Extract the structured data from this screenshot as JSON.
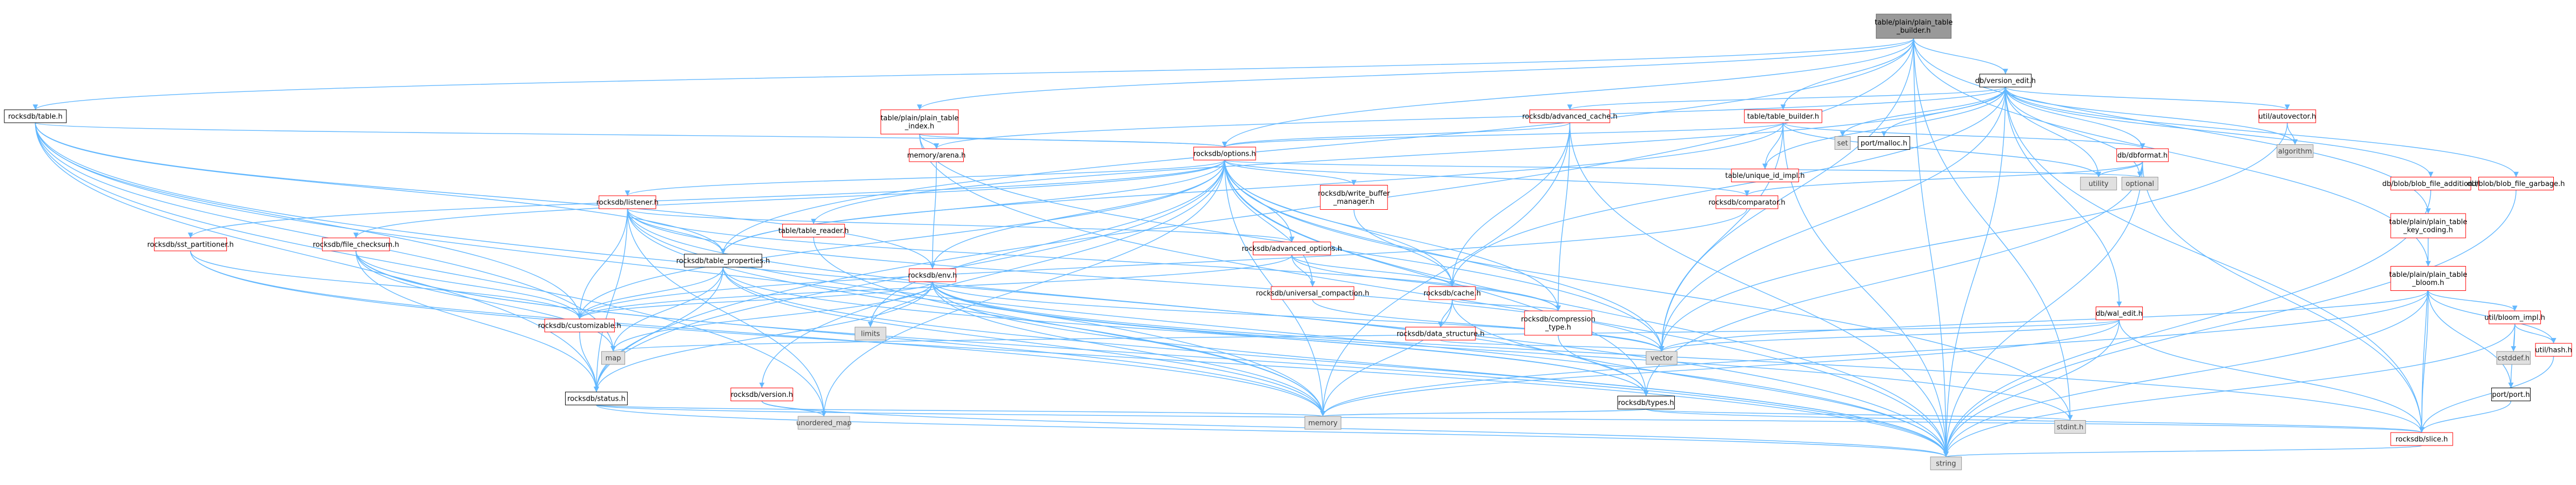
{
  "palette": {
    "edge": "#63B8FF",
    "root_fill": "#999999",
    "root_stroke": "#666666",
    "node_fill": "#ffffff",
    "node_red": "#ff0000",
    "node_black": "#000000",
    "ext_fill": "#e0e0e0",
    "ext_stroke": "#999999",
    "ext_text": "#404040"
  },
  "nodes": [
    {
      "id": "root",
      "label": "table/plain/plain_table_builder.h",
      "lines": [
        "table/plain/plain_table",
        "_builder.h"
      ],
      "kind": "root"
    },
    {
      "id": "version_edit",
      "label": "db/version_edit.h",
      "lines": [
        "db/version_edit.h"
      ],
      "kind": "black"
    },
    {
      "id": "table_h",
      "label": "rocksdb/table.h",
      "lines": [
        "rocksdb/table.h"
      ],
      "kind": "black"
    },
    {
      "id": "pt_index",
      "label": "table/plain/plain_table_index.h",
      "lines": [
        "table/plain/plain_table",
        "_index.h"
      ],
      "kind": "red"
    },
    {
      "id": "adv_cache",
      "label": "rocksdb/advanced_cache.h",
      "lines": [
        "rocksdb/advanced_cache.h"
      ],
      "kind": "red"
    },
    {
      "id": "table_builder",
      "label": "table/table_builder.h",
      "lines": [
        "table/table_builder.h"
      ],
      "kind": "red"
    },
    {
      "id": "set",
      "label": "set",
      "lines": [
        "set"
      ],
      "kind": "ext"
    },
    {
      "id": "port_malloc",
      "label": "port/malloc.h",
      "lines": [
        "port/malloc.h"
      ],
      "kind": "black"
    },
    {
      "id": "autovector",
      "label": "util/autovector.h",
      "lines": [
        "util/autovector.h"
      ],
      "kind": "red"
    },
    {
      "id": "algorithm",
      "label": "algorithm",
      "lines": [
        "algorithm"
      ],
      "kind": "ext"
    },
    {
      "id": "memory_arena",
      "label": "memory/arena.h",
      "lines": [
        "memory/arena.h"
      ],
      "kind": "red"
    },
    {
      "id": "options",
      "label": "rocksdb/options.h",
      "lines": [
        "rocksdb/options.h"
      ],
      "kind": "red"
    },
    {
      "id": "unique_id_impl",
      "label": "table/unique_id_impl.h",
      "lines": [
        "table/unique_id_impl.h"
      ],
      "kind": "red"
    },
    {
      "id": "dbformat",
      "label": "db/dbformat.h",
      "lines": [
        "db/dbformat.h"
      ],
      "kind": "red"
    },
    {
      "id": "utility",
      "label": "utility",
      "lines": [
        "utility"
      ],
      "kind": "ext"
    },
    {
      "id": "optional",
      "label": "optional",
      "lines": [
        "optional"
      ],
      "kind": "ext"
    },
    {
      "id": "blob_addition",
      "label": "db/blob/blob_file_addition.h",
      "lines": [
        "db/blob/blob_file_addition.h"
      ],
      "kind": "red"
    },
    {
      "id": "blob_garbage",
      "label": "db/blob/blob_file_garbage.h",
      "lines": [
        "db/blob/blob_file_garbage.h"
      ],
      "kind": "red"
    },
    {
      "id": "listener",
      "label": "rocksdb/listener.h",
      "lines": [
        "rocksdb/listener.h"
      ],
      "kind": "red"
    },
    {
      "id": "wbm",
      "label": "rocksdb/write_buffer_manager.h",
      "lines": [
        "rocksdb/write_buffer",
        "_manager.h"
      ],
      "kind": "red"
    },
    {
      "id": "comparator",
      "label": "rocksdb/comparator.h",
      "lines": [
        "rocksdb/comparator.h"
      ],
      "kind": "red"
    },
    {
      "id": "pt_key_coding",
      "label": "table/plain/plain_table_key_coding.h",
      "lines": [
        "table/plain/plain_table",
        "_key_coding.h"
      ],
      "kind": "red"
    },
    {
      "id": "pt_bloom",
      "label": "table/plain/plain_table_bloom.h",
      "lines": [
        "table/plain/plain_table",
        "_bloom.h"
      ],
      "kind": "red"
    },
    {
      "id": "table_reader",
      "label": "table/table_reader.h",
      "lines": [
        "table/table_reader.h"
      ],
      "kind": "red"
    },
    {
      "id": "adv_options",
      "label": "rocksdb/advanced_options.h",
      "lines": [
        "rocksdb/advanced_options.h"
      ],
      "kind": "red"
    },
    {
      "id": "sst_partitioner",
      "label": "rocksdb/sst_partitioner.h",
      "lines": [
        "rocksdb/sst_partitioner.h"
      ],
      "kind": "red"
    },
    {
      "id": "file_checksum",
      "label": "rocksdb/file_checksum.h",
      "lines": [
        "rocksdb/file_checksum.h"
      ],
      "kind": "red"
    },
    {
      "id": "table_props",
      "label": "rocksdb/table_properties.h",
      "lines": [
        "rocksdb/table_properties.h"
      ],
      "kind": "black"
    },
    {
      "id": "env",
      "label": "rocksdb/env.h",
      "lines": [
        "rocksdb/env.h"
      ],
      "kind": "red"
    },
    {
      "id": "universal",
      "label": "rocksdb/universal_compaction.h",
      "lines": [
        "rocksdb/universal_compaction.h"
      ],
      "kind": "red"
    },
    {
      "id": "cache",
      "label": "rocksdb/cache.h",
      "lines": [
        "rocksdb/cache.h"
      ],
      "kind": "red"
    },
    {
      "id": "bloom_impl",
      "label": "util/bloom_impl.h",
      "lines": [
        "util/bloom_impl.h"
      ],
      "kind": "red"
    },
    {
      "id": "customizable",
      "label": "rocksdb/customizable.h",
      "lines": [
        "rocksdb/customizable.h"
      ],
      "kind": "red"
    },
    {
      "id": "limits",
      "label": "limits",
      "lines": [
        "limits"
      ],
      "kind": "ext"
    },
    {
      "id": "data_structure",
      "label": "rocksdb/data_structure.h",
      "lines": [
        "rocksdb/data_structure.h"
      ],
      "kind": "red"
    },
    {
      "id": "compression_type",
      "label": "rocksdb/compression_type.h",
      "lines": [
        "rocksdb/compression",
        "_type.h"
      ],
      "kind": "red"
    },
    {
      "id": "wal_edit",
      "label": "db/wal_edit.h",
      "lines": [
        "db/wal_edit.h"
      ],
      "kind": "red"
    },
    {
      "id": "util_hash",
      "label": "util/hash.h",
      "lines": [
        "util/hash.h"
      ],
      "kind": "red"
    },
    {
      "id": "cstddef",
      "label": "cstddef.h",
      "lines": [
        "cstddef.h"
      ],
      "kind": "ext"
    },
    {
      "id": "map",
      "label": "map",
      "lines": [
        "map"
      ],
      "kind": "ext"
    },
    {
      "id": "vector",
      "label": "vector",
      "lines": [
        "vector"
      ],
      "kind": "ext"
    },
    {
      "id": "status",
      "label": "rocksdb/status.h",
      "lines": [
        "rocksdb/status.h"
      ],
      "kind": "black"
    },
    {
      "id": "version",
      "label": "rocksdb/version.h",
      "lines": [
        "rocksdb/version.h"
      ],
      "kind": "red"
    },
    {
      "id": "types",
      "label": "rocksdb/types.h",
      "lines": [
        "rocksdb/types.h"
      ],
      "kind": "black"
    },
    {
      "id": "port_h",
      "label": "port/port.h",
      "lines": [
        "port/port.h"
      ],
      "kind": "black"
    },
    {
      "id": "unordered_map",
      "label": "unordered_map",
      "lines": [
        "unordered_map"
      ],
      "kind": "ext"
    },
    {
      "id": "memory",
      "label": "memory",
      "lines": [
        "memory"
      ],
      "kind": "ext"
    },
    {
      "id": "stdint",
      "label": "stdint.h",
      "lines": [
        "stdint.h"
      ],
      "kind": "ext"
    },
    {
      "id": "slice",
      "label": "rocksdb/slice.h",
      "lines": [
        "rocksdb/slice.h"
      ],
      "kind": "red"
    },
    {
      "id": "string",
      "label": "string",
      "lines": [
        "string"
      ],
      "kind": "ext"
    }
  ],
  "edges": [
    [
      "root",
      "version_edit"
    ],
    [
      "root",
      "table_h"
    ],
    [
      "root",
      "pt_index"
    ],
    [
      "root",
      "table_builder"
    ],
    [
      "root",
      "options"
    ],
    [
      "root",
      "pt_key_coding"
    ],
    [
      "root",
      "pt_bloom"
    ],
    [
      "root",
      "table_props"
    ],
    [
      "root",
      "status"
    ],
    [
      "root",
      "string"
    ],
    [
      "root",
      "vector"
    ],
    [
      "root",
      "stdint"
    ],
    [
      "version_edit",
      "adv_cache"
    ],
    [
      "version_edit",
      "set"
    ],
    [
      "version_edit",
      "port_malloc"
    ],
    [
      "version_edit",
      "autovector"
    ],
    [
      "version_edit",
      "algorithm"
    ],
    [
      "version_edit",
      "memory_arena"
    ],
    [
      "version_edit",
      "unique_id_impl"
    ],
    [
      "version_edit",
      "dbformat"
    ],
    [
      "version_edit",
      "utility"
    ],
    [
      "version_edit",
      "optional"
    ],
    [
      "version_edit",
      "blob_addition"
    ],
    [
      "version_edit",
      "blob_garbage"
    ],
    [
      "version_edit",
      "wal_edit"
    ],
    [
      "version_edit",
      "cache"
    ],
    [
      "version_edit",
      "vector"
    ],
    [
      "version_edit",
      "string"
    ],
    [
      "version_edit",
      "table_reader"
    ],
    [
      "version_edit",
      "slice"
    ],
    [
      "table_h",
      "options"
    ],
    [
      "table_h",
      "customizable"
    ],
    [
      "table_h",
      "env"
    ],
    [
      "table_h",
      "status"
    ],
    [
      "table_h",
      "string"
    ],
    [
      "table_h",
      "unordered_map"
    ],
    [
      "table_h",
      "map"
    ],
    [
      "table_h",
      "memory"
    ],
    [
      "table_h",
      "table_props"
    ],
    [
      "pt_index",
      "options"
    ],
    [
      "pt_index",
      "memory_arena"
    ],
    [
      "pt_index",
      "string"
    ],
    [
      "pt_index",
      "vector"
    ],
    [
      "adv_cache",
      "options"
    ],
    [
      "adv_cache",
      "memory"
    ],
    [
      "adv_cache",
      "cache"
    ],
    [
      "adv_cache",
      "compression_type"
    ],
    [
      "adv_cache",
      "string"
    ],
    [
      "table_builder",
      "options"
    ],
    [
      "table_builder",
      "unique_id_impl"
    ],
    [
      "table_builder",
      "dbformat"
    ],
    [
      "table_builder",
      "utility"
    ],
    [
      "table_builder",
      "vector"
    ],
    [
      "table_builder",
      "string"
    ],
    [
      "table_builder",
      "table_props"
    ],
    [
      "autovector",
      "algorithm"
    ],
    [
      "autovector",
      "vector"
    ],
    [
      "memory_arena",
      "env"
    ],
    [
      "options",
      "listener"
    ],
    [
      "options",
      "wbm"
    ],
    [
      "options",
      "comparator"
    ],
    [
      "options",
      "adv_options"
    ],
    [
      "options",
      "sst_partitioner"
    ],
    [
      "options",
      "file_checksum"
    ],
    [
      "options",
      "table_props"
    ],
    [
      "options",
      "env"
    ],
    [
      "options",
      "universal"
    ],
    [
      "options",
      "cache"
    ],
    [
      "options",
      "customizable"
    ],
    [
      "options",
      "limits"
    ],
    [
      "options",
      "compression_type"
    ],
    [
      "options",
      "version"
    ],
    [
      "options",
      "types"
    ],
    [
      "options",
      "status"
    ],
    [
      "options",
      "memory"
    ],
    [
      "options",
      "unordered_map"
    ],
    [
      "options",
      "string"
    ],
    [
      "options",
      "vector"
    ],
    [
      "options",
      "stdint"
    ],
    [
      "options",
      "optional"
    ],
    [
      "dbformat",
      "comparator"
    ],
    [
      "dbformat",
      "types"
    ],
    [
      "dbformat",
      "slice"
    ],
    [
      "dbformat",
      "utility"
    ],
    [
      "dbformat",
      "optional"
    ],
    [
      "dbformat",
      "string"
    ],
    [
      "blob_addition",
      "string"
    ],
    [
      "blob_garbage",
      "string"
    ],
    [
      "listener",
      "adv_options"
    ],
    [
      "listener",
      "customizable"
    ],
    [
      "listener",
      "status"
    ],
    [
      "listener",
      "table_props"
    ],
    [
      "listener",
      "types"
    ],
    [
      "listener",
      "compression_type"
    ],
    [
      "listener",
      "memory"
    ],
    [
      "listener",
      "string"
    ],
    [
      "listener",
      "unordered_map"
    ],
    [
      "listener",
      "vector"
    ],
    [
      "wbm",
      "cache"
    ],
    [
      "comparator",
      "customizable"
    ],
    [
      "pt_key_coding",
      "slice"
    ],
    [
      "pt_bloom",
      "bloom_impl"
    ],
    [
      "pt_bloom",
      "util_hash"
    ],
    [
      "pt_bloom",
      "port_h"
    ],
    [
      "pt_bloom",
      "slice"
    ],
    [
      "pt_bloom",
      "memory"
    ],
    [
      "pt_bloom",
      "string"
    ],
    [
      "pt_bloom",
      "vector"
    ],
    [
      "table_reader",
      "memory"
    ],
    [
      "adv_options",
      "cache"
    ],
    [
      "adv_options",
      "compression_type"
    ],
    [
      "adv_options",
      "universal"
    ],
    [
      "adv_options",
      "customizable"
    ],
    [
      "sst_partitioner",
      "customizable"
    ],
    [
      "sst_partitioner",
      "string"
    ],
    [
      "sst_partitioner",
      "memory"
    ],
    [
      "file_checksum",
      "customizable"
    ],
    [
      "file_checksum",
      "status"
    ],
    [
      "file_checksum",
      "string"
    ],
    [
      "file_checksum",
      "memory"
    ],
    [
      "file_checksum",
      "map"
    ],
    [
      "table_props",
      "customizable"
    ],
    [
      "table_props",
      "status"
    ],
    [
      "table_props",
      "types"
    ],
    [
      "table_props",
      "map"
    ],
    [
      "table_props",
      "memory"
    ],
    [
      "table_props",
      "string"
    ],
    [
      "env",
      "customizable"
    ],
    [
      "env",
      "status"
    ],
    [
      "env",
      "limits"
    ],
    [
      "env",
      "memory"
    ],
    [
      "env",
      "string"
    ],
    [
      "env",
      "vector"
    ],
    [
      "env",
      "map"
    ],
    [
      "env",
      "stdint"
    ],
    [
      "env",
      "types"
    ],
    [
      "env",
      "slice"
    ],
    [
      "universal",
      "vector"
    ],
    [
      "cache",
      "data_structure"
    ],
    [
      "cache",
      "compression_type"
    ],
    [
      "cache",
      "memory"
    ],
    [
      "cache",
      "string"
    ],
    [
      "bloom_impl",
      "cstddef"
    ],
    [
      "bloom_impl",
      "port_h"
    ],
    [
      "bloom_impl",
      "util_hash"
    ],
    [
      "bloom_impl",
      "string"
    ],
    [
      "customizable",
      "status"
    ],
    [
      "data_structure",
      "vector"
    ],
    [
      "compression_type",
      "types"
    ],
    [
      "wal_edit",
      "map"
    ],
    [
      "wal_edit",
      "vector"
    ],
    [
      "wal_edit",
      "memory"
    ],
    [
      "wal_edit",
      "string"
    ],
    [
      "wal_edit",
      "slice"
    ],
    [
      "util_hash",
      "slice"
    ],
    [
      "status",
      "memory"
    ],
    [
      "status",
      "string"
    ],
    [
      "status",
      "slice"
    ],
    [
      "version",
      "string"
    ],
    [
      "version",
      "unordered_map"
    ],
    [
      "types",
      "stdint"
    ],
    [
      "types",
      "slice"
    ],
    [
      "types",
      "memory"
    ],
    [
      "port_h",
      "slice"
    ],
    [
      "slice",
      "string"
    ]
  ]
}
